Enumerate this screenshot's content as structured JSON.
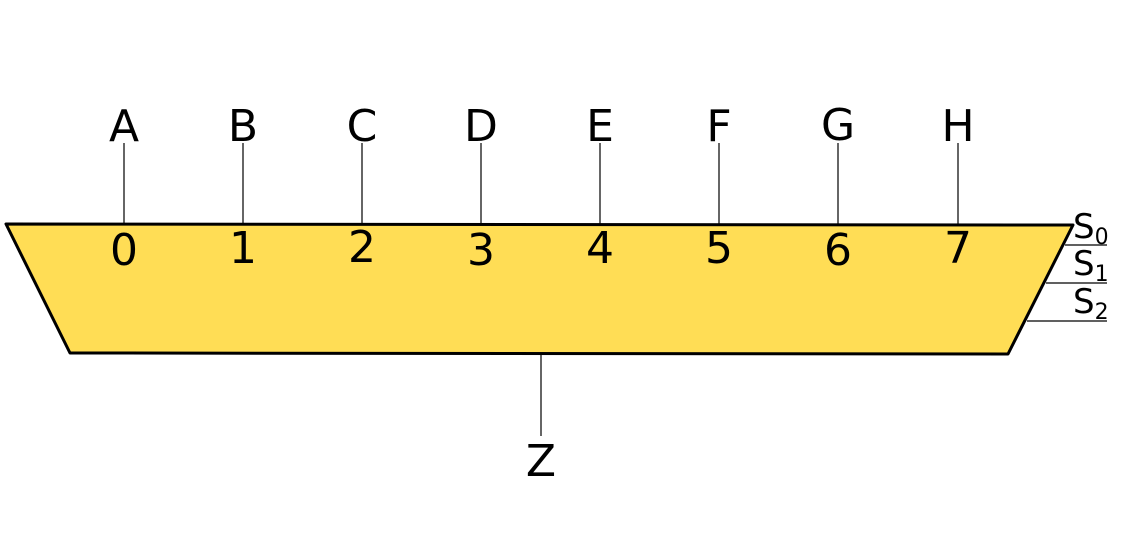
{
  "inputs": [
    {
      "signal": "A",
      "index": "0"
    },
    {
      "signal": "B",
      "index": "1"
    },
    {
      "signal": "C",
      "index": "2"
    },
    {
      "signal": "D",
      "index": "3"
    },
    {
      "signal": "E",
      "index": "4"
    },
    {
      "signal": "F",
      "index": "5"
    },
    {
      "signal": "G",
      "index": "6"
    },
    {
      "signal": "H",
      "index": "7"
    }
  ],
  "selects": [
    {
      "letter": "S",
      "sub": "0"
    },
    {
      "letter": "S",
      "sub": "1"
    },
    {
      "letter": "S",
      "sub": "2"
    }
  ],
  "output": {
    "label": "Z"
  },
  "colors": {
    "body_fill": "#FFDD55",
    "stroke": "#000000"
  }
}
